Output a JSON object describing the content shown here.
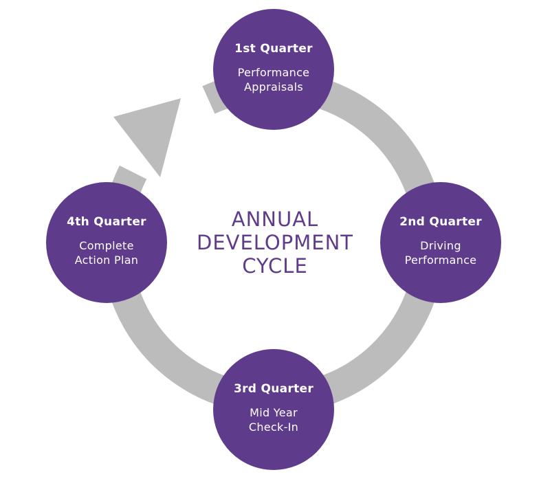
{
  "diagram": {
    "center_title": [
      "ANNUAL",
      "DEVELOPMENT",
      "CYCLE"
    ],
    "nodes": [
      {
        "title": "1st Quarter",
        "desc": [
          "Performance",
          "Appraisals"
        ]
      },
      {
        "title": "2nd Quarter",
        "desc": [
          "Driving",
          "Performance"
        ]
      },
      {
        "title": "3rd Quarter",
        "desc": [
          "Mid Year",
          "Check-In"
        ]
      },
      {
        "title": "4th Quarter",
        "desc": [
          "Complete",
          "Action Plan"
        ]
      }
    ],
    "colors": {
      "node_fill": "#5f3b8c",
      "ring": "#bcbcbd",
      "title_text": "#5f3b8c",
      "node_text": "#ffffff"
    }
  }
}
